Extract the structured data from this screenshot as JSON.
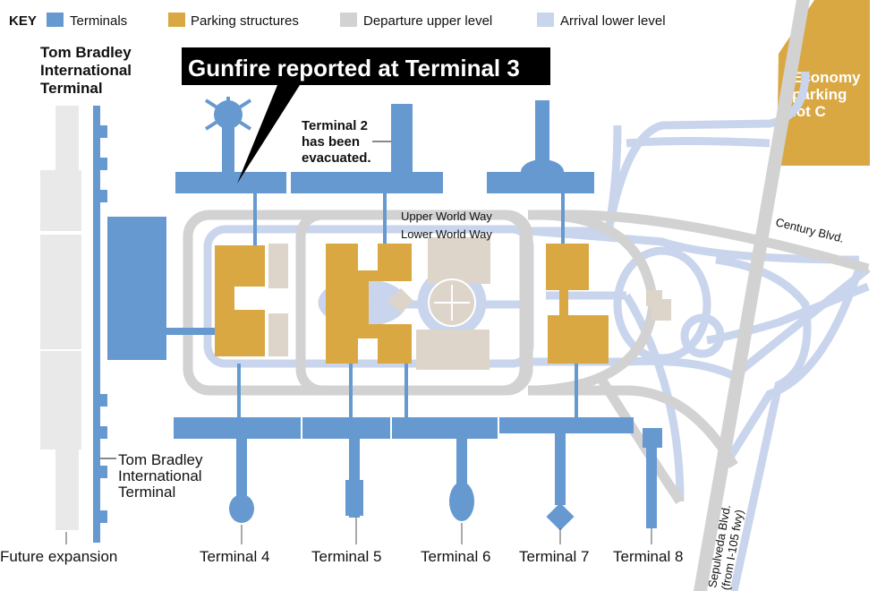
{
  "key": {
    "title": "KEY",
    "items": [
      {
        "label": "Terminals",
        "color": "#6699d0"
      },
      {
        "label": "Parking structures",
        "color": "#d9a843"
      },
      {
        "label": "Departure upper level",
        "color": "#d2d2d2"
      },
      {
        "label": "Arrival lower level",
        "color": "#c9d5ec"
      }
    ]
  },
  "headline": "Gunfire reported at Terminal 3",
  "labels": {
    "tbit_top": [
      "Tom Bradley",
      "International",
      "Terminal"
    ],
    "tbit_side": [
      "Tom Bradley",
      "International",
      "Terminal"
    ],
    "terminal2_note": [
      "Terminal 2",
      "has been",
      "evacuated."
    ],
    "economy": [
      "Economy",
      "parking",
      "lot C"
    ],
    "upper_world_way": "Upper World Way",
    "lower_world_way": "Lower World Way",
    "century": "Century Blvd.",
    "sepulveda": [
      "Sepulveda Blvd.",
      "(from I-105 fwy)"
    ],
    "future_expansion": "Future expansion",
    "terminals_bottom": [
      "Terminal 4",
      "Terminal 5",
      "Terminal 6",
      "Terminal 7",
      "Terminal 8"
    ]
  },
  "colors": {
    "terminal": "#6699d0",
    "parking": "#d9a843",
    "departure": "#d2d2d2",
    "arrival": "#c9d5ec",
    "building": "#ddd5c9",
    "expansion": "#e9e9e9"
  }
}
